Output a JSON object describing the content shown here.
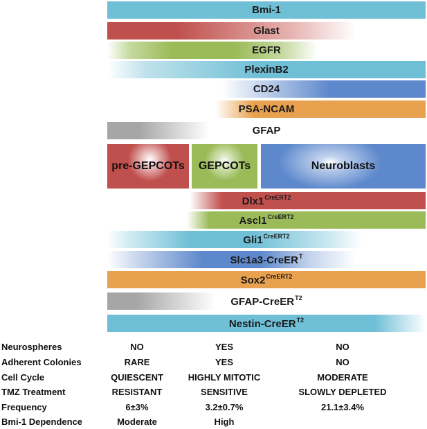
{
  "markers": [
    {
      "label": "Bmi-1",
      "sup": ""
    },
    {
      "label": "Glast",
      "sup": ""
    },
    {
      "label": "EGFR",
      "sup": ""
    },
    {
      "label": "PlexinB2",
      "sup": ""
    },
    {
      "label": "CD24",
      "sup": ""
    },
    {
      "label": "PSA-NCAM",
      "sup": ""
    },
    {
      "label": "GFAP",
      "sup": ""
    }
  ],
  "populations": {
    "pre": "pre-GEPCOTs",
    "gep": "GEPCOTs",
    "neuro": "Neuroblasts"
  },
  "drivers": [
    {
      "label": "Dlx1",
      "sup": "CreERT2"
    },
    {
      "label": "Ascl1",
      "sup": "CreERT2"
    },
    {
      "label": "Gli1",
      "sup": "CreERT2"
    },
    {
      "label": "Slc1a3-CreER",
      "sup": "T"
    },
    {
      "label": "Sox2",
      "sup": "CreERT2"
    },
    {
      "label": "GFAP-CreER",
      "sup": "T2"
    },
    {
      "label": "Nestin-CreER",
      "sup": "T2"
    }
  ],
  "properties": [
    {
      "label": "Neurospheres",
      "pre": "NO",
      "gep": "YES",
      "neuro": "NO"
    },
    {
      "label": "Adherent Colonies",
      "pre": "RARE",
      "gep": "YES",
      "neuro": "NO"
    },
    {
      "label": "Cell Cycle",
      "pre": "QUIESCENT",
      "gep": "HIGHLY MITOTIC",
      "neuro": "MODERATE"
    },
    {
      "label": "TMZ Treatment",
      "pre": "RESISTANT",
      "gep": "SENSITIVE",
      "neuro": "SLOWLY DEPLETED"
    },
    {
      "label": "Frequency",
      "pre": "6±3%",
      "gep": "3.2±0.7%",
      "neuro": "21.1±3.4%"
    },
    {
      "label": "Bmi-1 Dependence",
      "pre": "Moderate",
      "gep": "High",
      "neuro": ""
    }
  ],
  "colors": {
    "blue": "#6fbfd6",
    "red": "#c0504d",
    "green": "#9bbb59",
    "darkblue": "#5d88cc",
    "orange": "#e8a14e",
    "gray": "#a6a6a6"
  }
}
